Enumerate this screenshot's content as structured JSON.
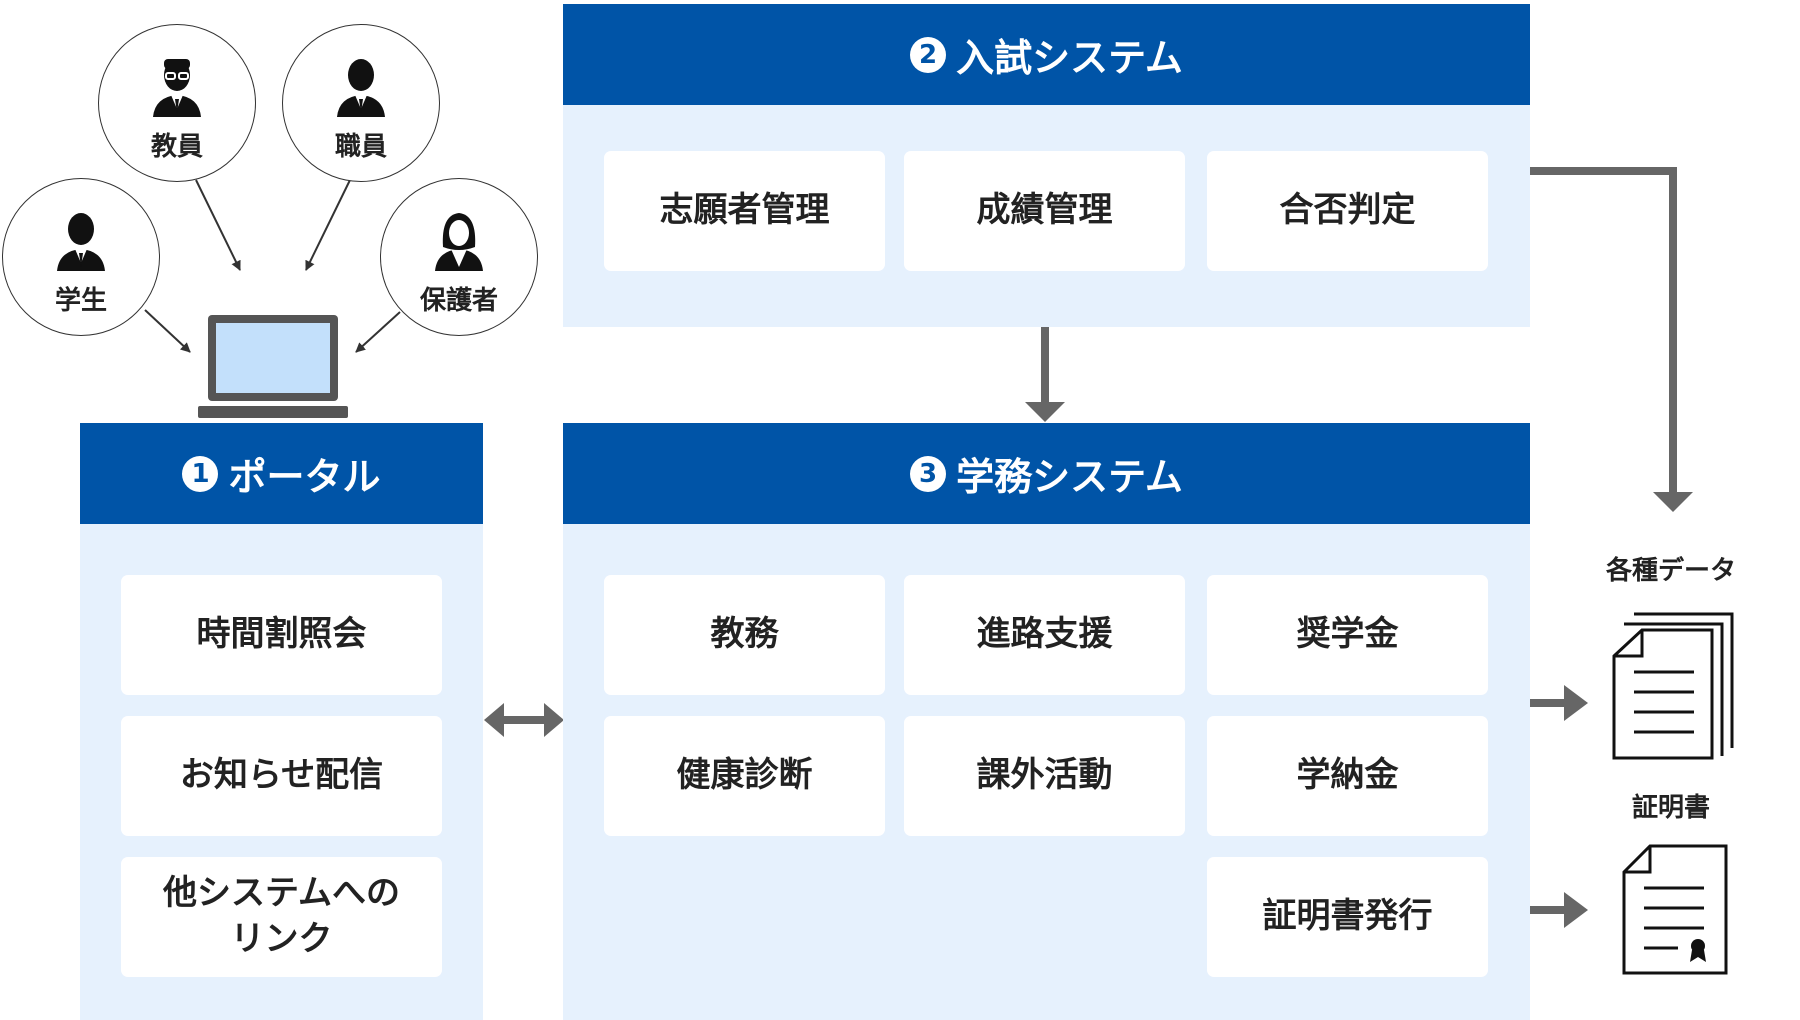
{
  "users": {
    "teacher": "教員",
    "staff": "職員",
    "student": "学生",
    "guardian": "保護者"
  },
  "portal": {
    "number": "1",
    "title": "ポータル",
    "items": [
      "時間割照会",
      "お知らせ配信",
      "他システムへの\nリンク"
    ]
  },
  "admission": {
    "number": "2",
    "title": "入試システム",
    "items": [
      "志願者管理",
      "成績管理",
      "合否判定"
    ]
  },
  "academic": {
    "number": "3",
    "title": "学務システム",
    "items": [
      "教務",
      "進路支援",
      "奨学金",
      "健康診断",
      "課外活動",
      "学納金",
      "証明書発行"
    ]
  },
  "outputs": {
    "data_label": "各種データ",
    "cert_label": "証明書"
  },
  "colors": {
    "header_blue": "#0054a7",
    "panel_bg": "#e6f1fd",
    "arrow_gray": "#666666"
  }
}
